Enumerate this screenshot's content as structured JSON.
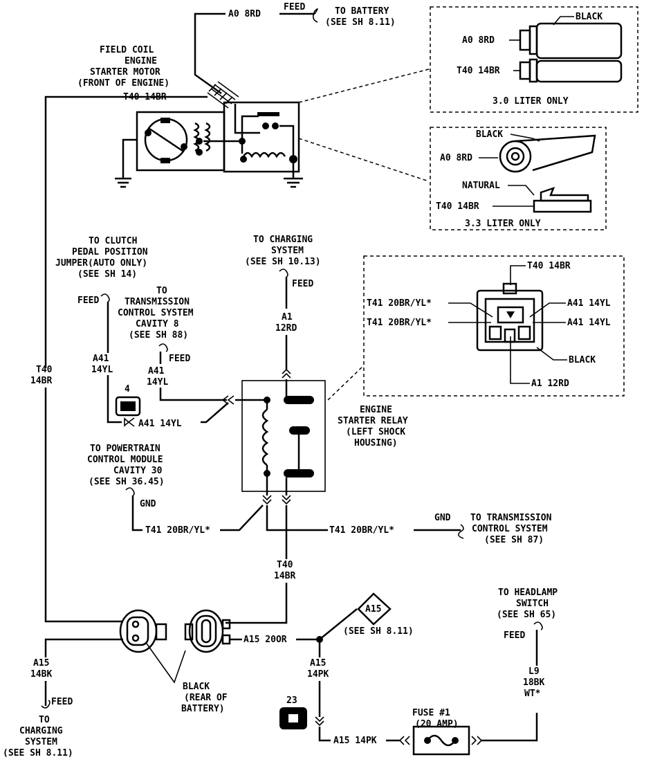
{
  "battery_feed": {
    "wire": "A0 8RD",
    "feed": "FEED",
    "to_line1": "TO BATTERY",
    "to_line2": "(SEE SH 8.11)"
  },
  "starter_motor": {
    "line1": "FIELD COIL",
    "line2": "ENGINE",
    "line3": "STARTER MOTOR",
    "line4": "(FRONT OF ENGINE)",
    "wire": "T40 14BR"
  },
  "inset_30": {
    "black": "BLACK",
    "wire_a0": "A0 8RD",
    "wire_t40": "T40 14BR",
    "caption": "3.0 LITER ONLY"
  },
  "inset_33": {
    "black": "BLACK",
    "wire_a0": "A0 8RD",
    "natural": "NATURAL",
    "wire_t40": "T40 14BR",
    "caption": "3.3 LITER ONLY"
  },
  "clutch": {
    "line1": "TO CLUTCH",
    "line2": "PEDAL POSITION",
    "line3": "JUMPER(AUTO ONLY)",
    "line4": "(SEE SH 14)",
    "feed": "FEED",
    "wire1": "A41",
    "wire2": "14YL"
  },
  "tcs_cavity": {
    "line1": "TO",
    "line2": "TRANSMISSION",
    "line3": "CONTROL SYSTEM",
    "line4": "CAVITY 8",
    "line5": "(SEE SH 88)",
    "feed": "FEED",
    "wire1": "A41",
    "wire2": "14YL"
  },
  "charging_top": {
    "line1": "TO CHARGING",
    "line2": "SYSTEM",
    "line3": "(SEE SH 10.13)",
    "feed": "FEED",
    "wire1": "A1",
    "wire2": "12RD"
  },
  "relay_connector": {
    "t40": "T40 14BR",
    "t41_a": "T41 20BR/YL*",
    "t41_b": "T41 20BR/YL*",
    "a41_a": "A41 14YL",
    "a41_b": "A41 14YL",
    "black": "BLACK",
    "a1": "A1 12RD"
  },
  "relay": {
    "line1": "ENGINE",
    "line2": "STARTER RELAY",
    "line3": "(LEFT SHOCK",
    "line4": "HOUSING)"
  },
  "splice_4": {
    "id": "4",
    "wire": "A41 14YL"
  },
  "left_wire": {
    "line1": "T40",
    "line2": "14BR"
  },
  "pcm": {
    "line1": "TO POWERTRAIN",
    "line2": "CONTROL MODULE",
    "line3": "CAVITY 30",
    "line4": "(SEE SH 36.45)",
    "gnd": "GND",
    "wire": "T41 20BR/YL*"
  },
  "tcs_bottom": {
    "wire": "T41 20BR/YL*",
    "gnd": "GND",
    "line1": "TO TRANSMISSION",
    "line2": "CONTROL SYSTEM",
    "line3": "(SEE SH 87)"
  },
  "relay_bottom_wire": {
    "line1": "T40",
    "line2": "14BR"
  },
  "battery_conn": {
    "a15_wire": "A15 20OR",
    "black_line1": "BLACK",
    "black_line2": "(REAR OF",
    "black_line3": "BATTERY)",
    "left_wire1": "A15",
    "left_wire2": "14BK",
    "feed": "FEED",
    "charge_line1": "TO",
    "charge_line2": "CHARGING",
    "charge_line3": "SYSTEM",
    "charge_line4": "(SEE SH 8.11)"
  },
  "a15_splice": {
    "id": "A15",
    "see": "(SEE SH 8.11)",
    "wire1": "A15",
    "wire2": "14PK"
  },
  "splice_23": {
    "id": "23"
  },
  "fuse": {
    "line1": "FUSE #1",
    "line2": "(20 AMP)",
    "wire": "A15 14PK"
  },
  "headlamp": {
    "line1": "TO HEADLAMP",
    "line2": "SWITCH",
    "line3": "(SEE SH 65)",
    "feed": "FEED",
    "wire1": "L9",
    "wire2": "18BK",
    "wire3": "WT*"
  }
}
